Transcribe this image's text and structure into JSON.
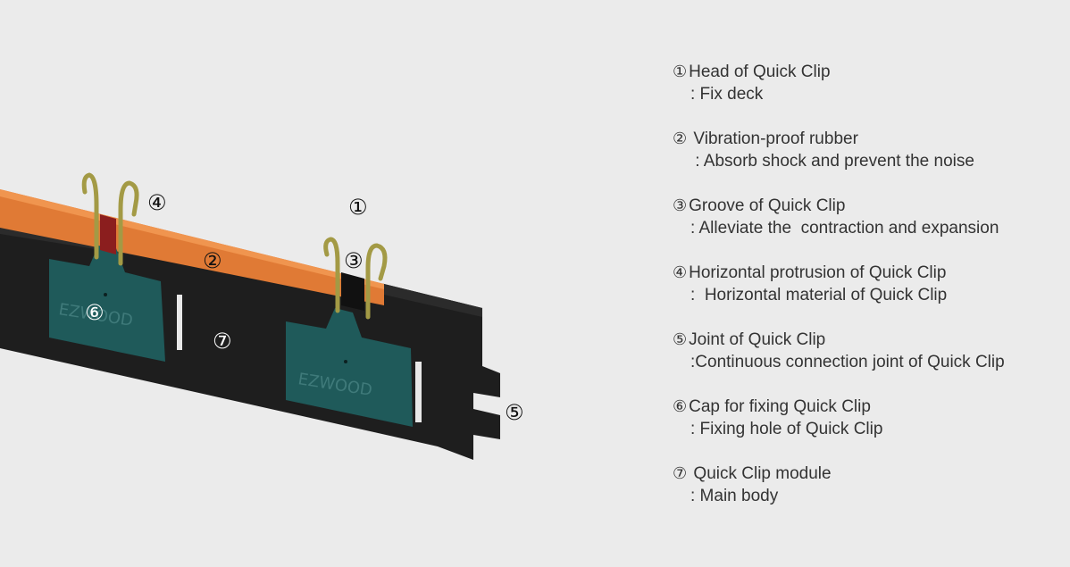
{
  "figure": {
    "brand_text": "EZWOOD",
    "callouts": [
      {
        "id": "1",
        "symbol": "①"
      },
      {
        "id": "2",
        "symbol": "②"
      },
      {
        "id": "3",
        "symbol": "③"
      },
      {
        "id": "4",
        "symbol": "④"
      },
      {
        "id": "5",
        "symbol": "⑤"
      },
      {
        "id": "6",
        "symbol": "⑥"
      },
      {
        "id": "7",
        "symbol": "⑦"
      }
    ],
    "colors": {
      "background": "#ebebeb",
      "rubber": "#e07a35",
      "body": "#1e1e1e",
      "cap": "#1f5a5a",
      "clip_metal": "#a39a45"
    }
  },
  "legend": {
    "items": [
      {
        "num": "①",
        "title": "Head of Quick Clip",
        "desc": ": Fix deck"
      },
      {
        "num": "②",
        "title": " Vibration-proof rubber",
        "desc": " : Absorb shock and prevent the noise"
      },
      {
        "num": "③",
        "title": "Groove of Quick Clip",
        "desc": ": Alleviate the  contraction and expansion"
      },
      {
        "num": "④",
        "title": "Horizontal protrusion of Quick Clip",
        "desc": ":  Horizontal material of Quick Clip"
      },
      {
        "num": "⑤",
        "title": "Joint of Quick Clip",
        "desc": ":Continuous connection joint of Quick Clip"
      },
      {
        "num": "⑥",
        "title": "Cap for fixing Quick Clip",
        "desc": ": Fixing hole of Quick Clip"
      },
      {
        "num": "⑦",
        "title": " Quick Clip module",
        "desc": ": Main body"
      }
    ]
  }
}
